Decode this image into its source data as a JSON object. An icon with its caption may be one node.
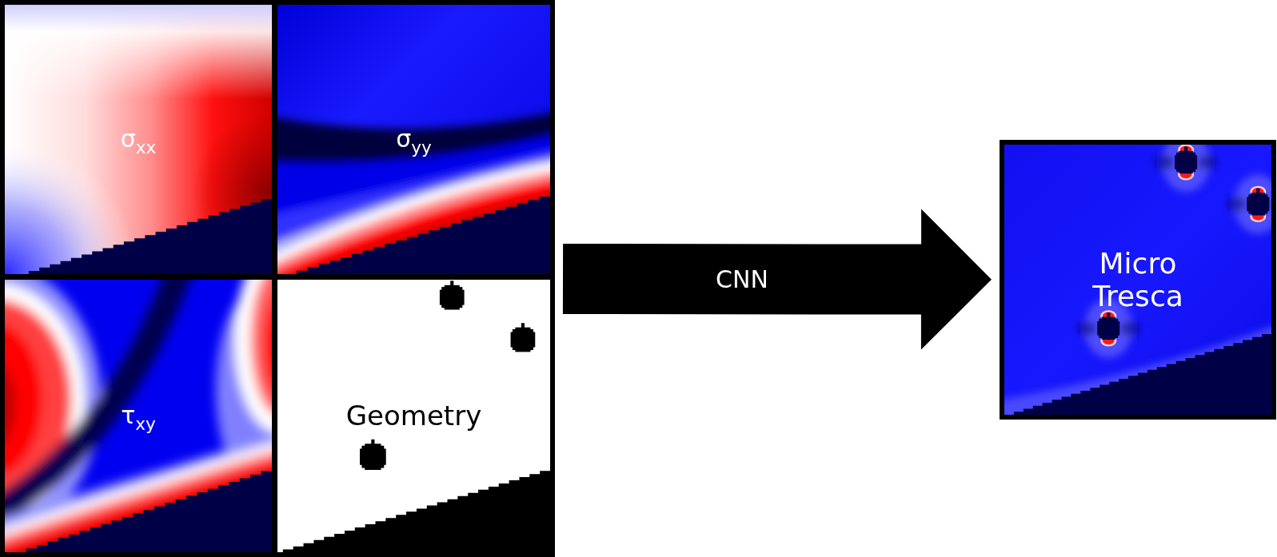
{
  "diagram": {
    "nodes": [
      {
        "text": [],
        "shape": "box"
      },
      {
        "text": [
          "σ$_{xx}$"
        ],
        "in": 0
      },
      {
        "text": [
          "σ$_{yy}$"
        ],
        "in": 0
      },
      {
        "text": [
          "τ$_{xy}$"
        ],
        "in": 0
      },
      {
        "text": [
          "Geometry"
        ],
        "in": 0
      },
      {
        "text": [
          "Micro Tresca"
        ]
      }
    ],
    "edges": [
      {
        "from": 0,
        "to": 5,
        "arrow": "to",
        "label": "CNN"
      }
    ]
  }
}
